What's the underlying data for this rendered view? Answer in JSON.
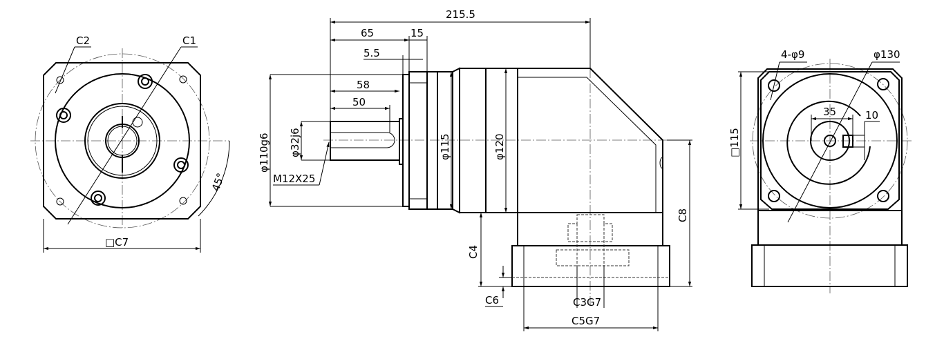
{
  "front_view": {
    "labels": {
      "c2": "C2",
      "c1": "C1",
      "c7": "□C7",
      "angle": "45°"
    }
  },
  "side_view": {
    "labels": {
      "overall_length": "215.5",
      "shaft_to_flange": "65",
      "flange_thickness": "15",
      "spigot": "5.5",
      "shaft_length": "58",
      "key_length": "50",
      "pilot_diameter": "φ110g6",
      "shaft_diameter": "φ32j6",
      "tap": "M12X25",
      "d115": "φ115",
      "d120": "φ120",
      "c4": "C4",
      "c8": "C8",
      "c6": "C6",
      "c3": "C3G7",
      "c5": "C5G7"
    }
  },
  "rear_view": {
    "labels": {
      "holes": "4-φ9",
      "pcd": "φ130",
      "d35": "35",
      "key10": "10",
      "square": "□115"
    }
  }
}
